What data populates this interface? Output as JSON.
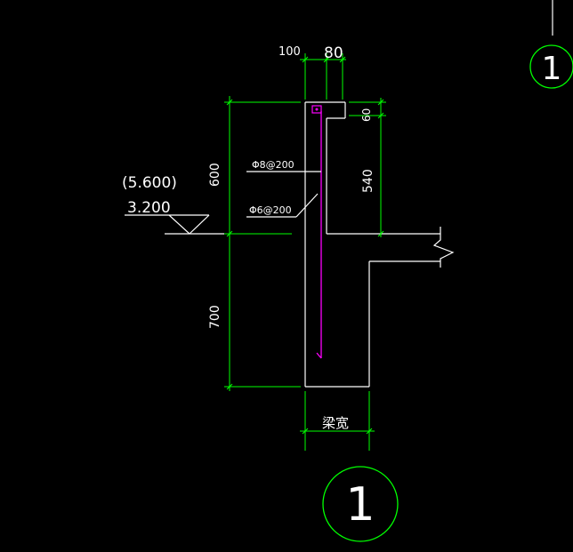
{
  "colors": {
    "background": "#000000",
    "outline": "#ffffff",
    "dimension": "#00ff00",
    "rebar": "#ff00ff"
  },
  "dimensions": {
    "top_left": "100",
    "top_right": "80",
    "right_upper": "60",
    "right_lower": "540",
    "left_upper": "600",
    "left_lower": "700"
  },
  "labels": {
    "rebar_1": "Φ8@200",
    "rebar_2": "Φ6@200",
    "beam_width": "梁宽"
  },
  "elevation": {
    "upper": "(5.600)",
    "lower": "3.200"
  },
  "section_marks": {
    "main": "1",
    "corner": "1"
  }
}
